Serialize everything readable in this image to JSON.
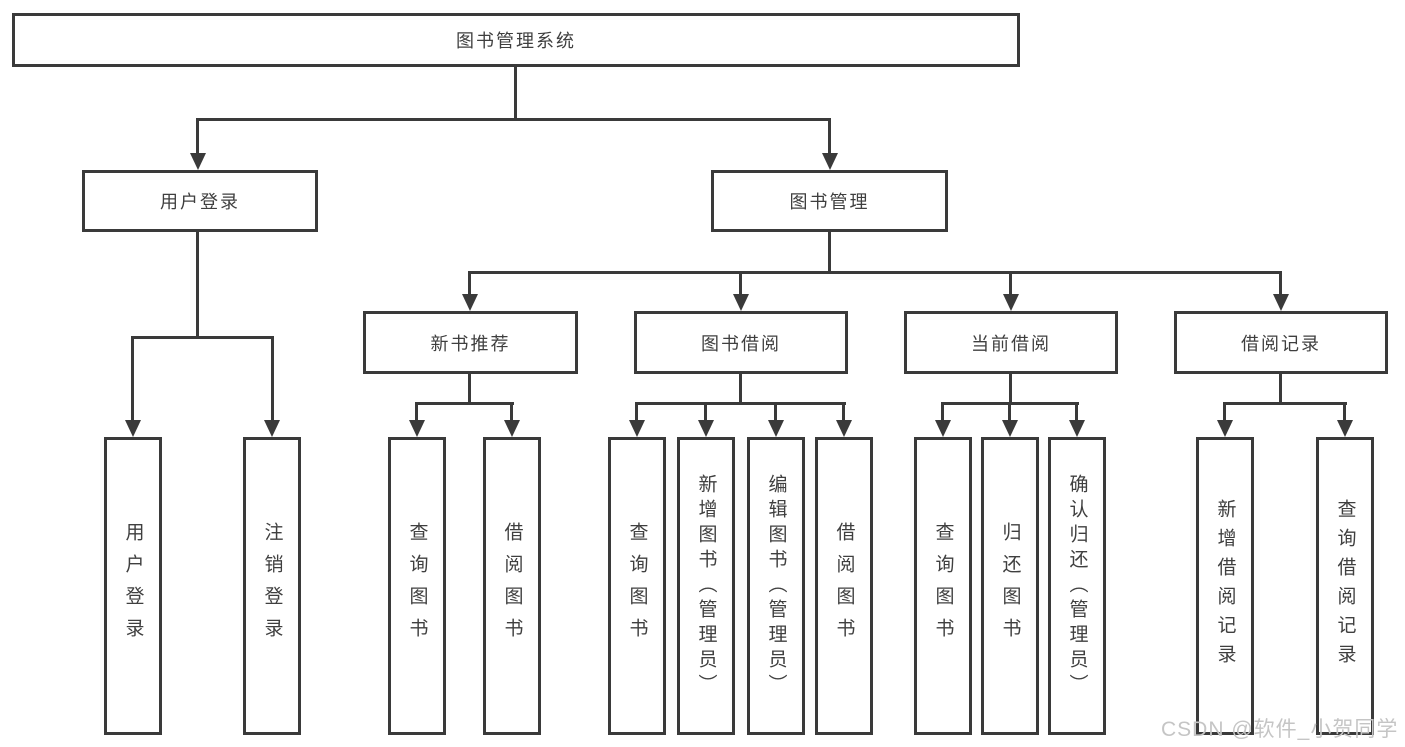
{
  "tree": {
    "root": {
      "label": "图书管理系统",
      "children": [
        {
          "label": "用户登录",
          "children": [
            {
              "label": "用户登录"
            },
            {
              "label": "注销登录"
            }
          ]
        },
        {
          "label": "图书管理",
          "children": [
            {
              "label": "新书推荐",
              "children": [
                {
                  "label": "查询图书"
                },
                {
                  "label": "借阅图书"
                }
              ]
            },
            {
              "label": "图书借阅",
              "children": [
                {
                  "label": "查询图书"
                },
                {
                  "label": "新增图书（管理员）"
                },
                {
                  "label": "编辑图书（管理员）"
                },
                {
                  "label": "借阅图书"
                }
              ]
            },
            {
              "label": "当前借阅",
              "children": [
                {
                  "label": "查询图书"
                },
                {
                  "label": "归还图书"
                },
                {
                  "label": "确认归还（管理员）"
                }
              ]
            },
            {
              "label": "借阅记录",
              "children": [
                {
                  "label": "新增借阅记录"
                },
                {
                  "label": "查询借阅记录"
                }
              ]
            }
          ]
        }
      ]
    }
  },
  "watermark": {
    "text": "CSDN @软件_小贺同学"
  },
  "colors": {
    "line": "#3a3a3a",
    "text": "#3f3f3f",
    "box_background": "#ffffff",
    "watermark": "#c5c5c5",
    "page_background": "#ffffff"
  }
}
